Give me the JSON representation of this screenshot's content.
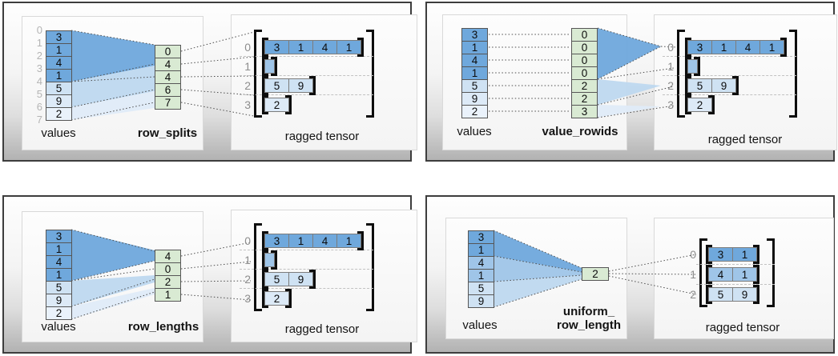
{
  "palette": {
    "cell_dark": "#6fa8dc",
    "cell_medium": "#9fc5e8",
    "cell_light": "#cfe2f3",
    "cell_light2": "#ddeaf7",
    "cell_xlight": "#eaf2fb",
    "method_green": "#d9ead3",
    "funnel_dark": "#6fa8dc",
    "funnel_medium": "#9fc5e8",
    "funnel_light": "#bed8ef",
    "funnel_xlight": "#dfebf8",
    "panel_border": "#3d3d3d",
    "index_gray": "#b4b4b4",
    "row_index_gray": "#8d8d8d",
    "bracket_black": "#0d0d0d"
  },
  "panels": [
    {
      "id": "row_splits",
      "values_label": "values",
      "method_label": "row_splits",
      "tensor_label": "ragged tensor",
      "values": {
        "cells": [
          "3",
          "1",
          "4",
          "1",
          "5",
          "9",
          "2"
        ],
        "shades": [
          "dark",
          "dark",
          "dark",
          "dark",
          "light",
          "light2",
          "xlight"
        ],
        "indices": [
          "0",
          "1",
          "2",
          "3",
          "4",
          "5",
          "6",
          "7"
        ]
      },
      "method": {
        "cells": [
          "0",
          "4",
          "4",
          "6",
          "7"
        ]
      },
      "ragged": {
        "row_indices": [
          "0",
          "1",
          "2",
          "3"
        ],
        "rows": [
          {
            "values": [
              "3",
              "1",
              "4",
              "1"
            ],
            "shade": "dark"
          },
          {
            "values": [],
            "shade": "medium"
          },
          {
            "values": [
              "5",
              "9"
            ],
            "shade": "light"
          },
          {
            "values": [
              "2"
            ],
            "shade": "light2"
          }
        ]
      }
    },
    {
      "id": "value_rowids",
      "values_label": "values",
      "method_label": "value_rowids",
      "tensor_label": "ragged tensor",
      "values": {
        "cells": [
          "3",
          "1",
          "4",
          "1",
          "5",
          "9",
          "2"
        ],
        "shades": [
          "dark",
          "dark",
          "dark",
          "dark",
          "light",
          "light2",
          "xlight"
        ]
      },
      "method": {
        "cells": [
          "0",
          "0",
          "0",
          "0",
          "2",
          "2",
          "3"
        ]
      },
      "ragged": {
        "row_indices": [
          "0",
          "1",
          "2",
          "3"
        ],
        "rows": [
          {
            "values": [
              "3",
              "1",
              "4",
              "1"
            ],
            "shade": "dark"
          },
          {
            "values": [],
            "shade": "medium"
          },
          {
            "values": [
              "5",
              "9"
            ],
            "shade": "light"
          },
          {
            "values": [
              "2"
            ],
            "shade": "light2"
          }
        ]
      }
    },
    {
      "id": "row_lengths",
      "values_label": "values",
      "method_label": "row_lengths",
      "tensor_label": "ragged tensor",
      "values": {
        "cells": [
          "3",
          "1",
          "4",
          "1",
          "5",
          "9",
          "2"
        ],
        "shades": [
          "dark",
          "dark",
          "dark",
          "dark",
          "light",
          "light2",
          "xlight"
        ]
      },
      "method": {
        "cells": [
          "4",
          "0",
          "2",
          "1"
        ]
      },
      "ragged": {
        "row_indices": [
          "0",
          "1",
          "2",
          "3"
        ],
        "rows": [
          {
            "values": [
              "3",
              "1",
              "4",
              "1"
            ],
            "shade": "dark"
          },
          {
            "values": [],
            "shade": "medium"
          },
          {
            "values": [
              "5",
              "9"
            ],
            "shade": "light"
          },
          {
            "values": [
              "2"
            ],
            "shade": "light2"
          }
        ]
      }
    },
    {
      "id": "uniform_row_length",
      "values_label": "values",
      "method_label": "uniform_\nrow_length",
      "tensor_label": "ragged tensor",
      "values": {
        "cells": [
          "3",
          "1",
          "4",
          "1",
          "5",
          "9"
        ],
        "shades": [
          "dark",
          "dark",
          "medium",
          "medium",
          "light",
          "light"
        ]
      },
      "method": {
        "cells": [
          "2"
        ]
      },
      "ragged": {
        "row_indices": [
          "0",
          "1",
          "2"
        ],
        "rows": [
          {
            "values": [
              "3",
              "1"
            ],
            "shade": "dark"
          },
          {
            "values": [
              "4",
              "1"
            ],
            "shade": "medium"
          },
          {
            "values": [
              "5",
              "9"
            ],
            "shade": "light"
          }
        ]
      }
    }
  ]
}
